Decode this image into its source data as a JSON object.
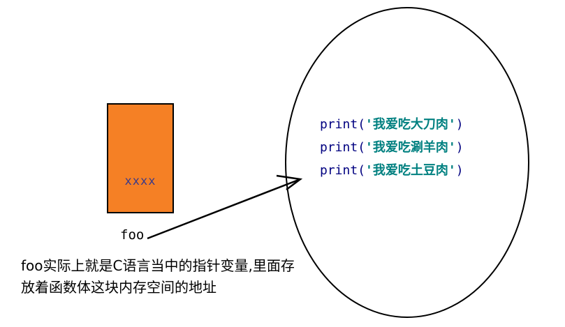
{
  "box": {
    "text": "xxxx",
    "fill_color": "#f58025"
  },
  "variable": {
    "label": "foo"
  },
  "function_body": {
    "lines": [
      {
        "fn": "print",
        "open": "(",
        "string": "'我爱吃大刀肉'",
        "close": ")"
      },
      {
        "fn": "print",
        "open": "(",
        "string": "'我爱吃涮羊肉'",
        "close": ")"
      },
      {
        "fn": "print",
        "open": "(",
        "string": "'我爱吃土豆肉'",
        "close": ")"
      }
    ],
    "fn_color": "#000080",
    "string_color": "#008080"
  },
  "description": {
    "text": "foo实际上就是C语言当中的指针变量,里面存放着函数体这块内存空间的地址"
  }
}
